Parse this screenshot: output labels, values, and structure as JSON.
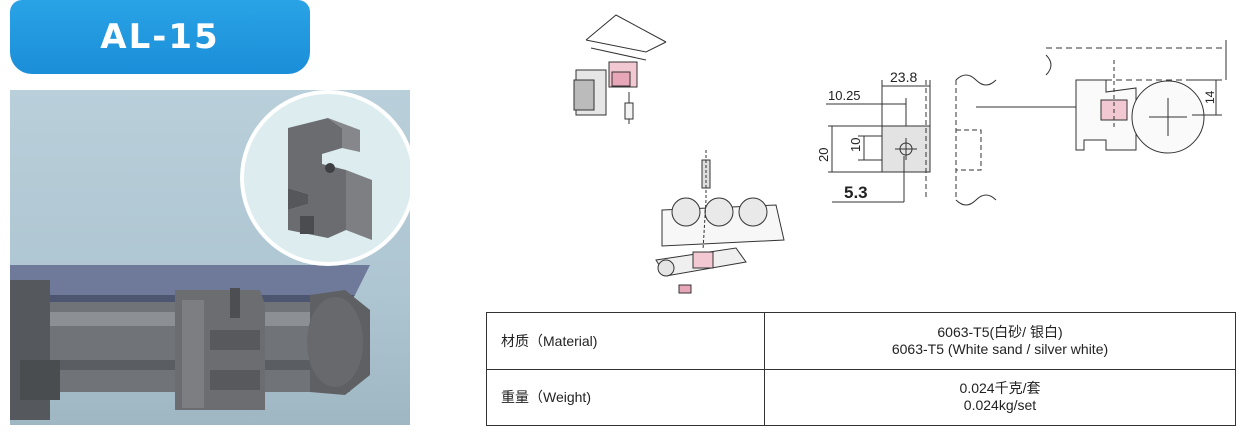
{
  "badge": {
    "title": "AL-15"
  },
  "drawing": {
    "dims": {
      "d_23_8": "23.8",
      "d_10_25": "10.25",
      "d_10": "10",
      "d_20": "20",
      "d_5_3": "5.3",
      "d_14": "14"
    }
  },
  "specs": {
    "rows": [
      {
        "label": "材质（Material)",
        "value_cn": "6063-T5(白砂/ 银白)",
        "value_en": "6063-T5 (White sand / silver white)"
      },
      {
        "label": "重量（Weight)",
        "value_cn": "0.024千克/套",
        "value_en": "0.024kg/set"
      }
    ]
  },
  "colors": {
    "badge": "#1a8ed8",
    "photo_bg": "#b0c8d4",
    "part_gray": "#6e6e70"
  }
}
